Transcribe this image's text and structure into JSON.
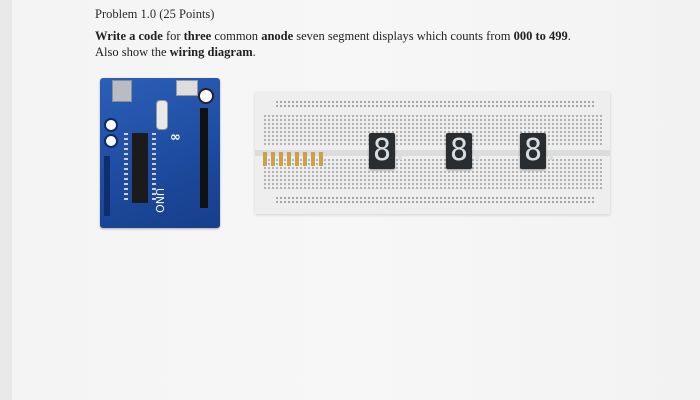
{
  "problem": {
    "title": "Problem 1.0 (25 Points)",
    "line1": {
      "p1": "Write a code",
      "p2": " for ",
      "p3": "three",
      "p4": " common ",
      "p5": "anode",
      "p6": " seven segment displays which counts from ",
      "p7": "000 to 499",
      "p8": "."
    },
    "line2": {
      "p1": "Also show the ",
      "p2": "wiring diagram",
      "p3": "."
    }
  },
  "figure": {
    "board_logo": "∞",
    "board_name": "UNO",
    "displays": [
      "8.",
      "8.",
      "8."
    ],
    "colors": {
      "board": "#1d4a9e",
      "display": "#2a2d30",
      "breadboard": "#eeeeee"
    }
  }
}
